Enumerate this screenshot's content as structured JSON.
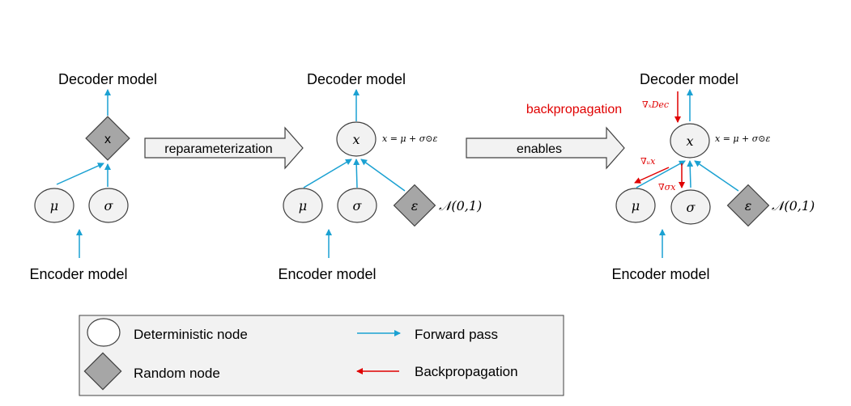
{
  "panel_left": {
    "decoder_label": "Decoder model",
    "encoder_label": "Encoder model",
    "node_x": "x",
    "node_mu": "μ",
    "node_sigma": "σ"
  },
  "arrow_1": {
    "label": "reparameterization"
  },
  "panel_middle": {
    "decoder_label": "Decoder model",
    "encoder_label": "Encoder model",
    "node_x": "x",
    "node_mu": "μ",
    "node_sigma": "σ",
    "node_eps": "ε",
    "equation": "x = μ +  σ⊙ε",
    "distribution": "𝒩(0,1)"
  },
  "arrow_2": {
    "label": "enables"
  },
  "panel_right": {
    "decoder_label": "Decoder model",
    "encoder_label": "Encoder model",
    "node_x": "x",
    "node_mu": "μ",
    "node_sigma": "σ",
    "node_eps": "ε",
    "equation": "x = μ + σ⊙ε",
    "distribution": "𝒩(0,1)",
    "backprop_label": "backpropagation",
    "grad_dec": "∇ₓDec",
    "grad_mu": "∇ᵤx",
    "grad_sigma": "∇σx"
  },
  "legend": {
    "deterministic": "Deterministic node",
    "random": "Random node",
    "forward": "Forward pass",
    "backprop": "Backpropagation"
  },
  "colors": {
    "forward": "#1ba1d2",
    "backprop": "#e00000",
    "random_fill": "#a6a6a6",
    "node_fill": "#f2f2f2",
    "legend_bg": "#f2f2f2"
  }
}
